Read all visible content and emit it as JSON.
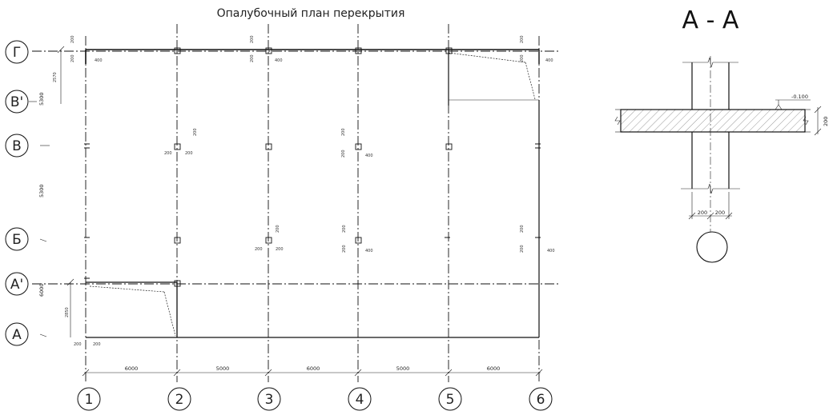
{
  "plan": {
    "title": "Опалубочный план перекрытия",
    "col_axes": [
      "1",
      "2",
      "3",
      "4",
      "5",
      "6"
    ],
    "row_axes": [
      "Г",
      "В'",
      "В",
      "Б",
      "А'",
      "А"
    ],
    "bay_dims": [
      "6000",
      "5000",
      "6000",
      "5000",
      "6000"
    ],
    "row_dims": [
      "5300",
      "5300",
      "6000"
    ],
    "left_dim_top": "2570",
    "left_dim_bottom": "2850",
    "col_size": "200",
    "offset_value": "400"
  },
  "section": {
    "title": "А - А",
    "elevation": "-0.100",
    "slab_thickness": "200",
    "half_width_left": "200",
    "half_width_right": "200"
  }
}
